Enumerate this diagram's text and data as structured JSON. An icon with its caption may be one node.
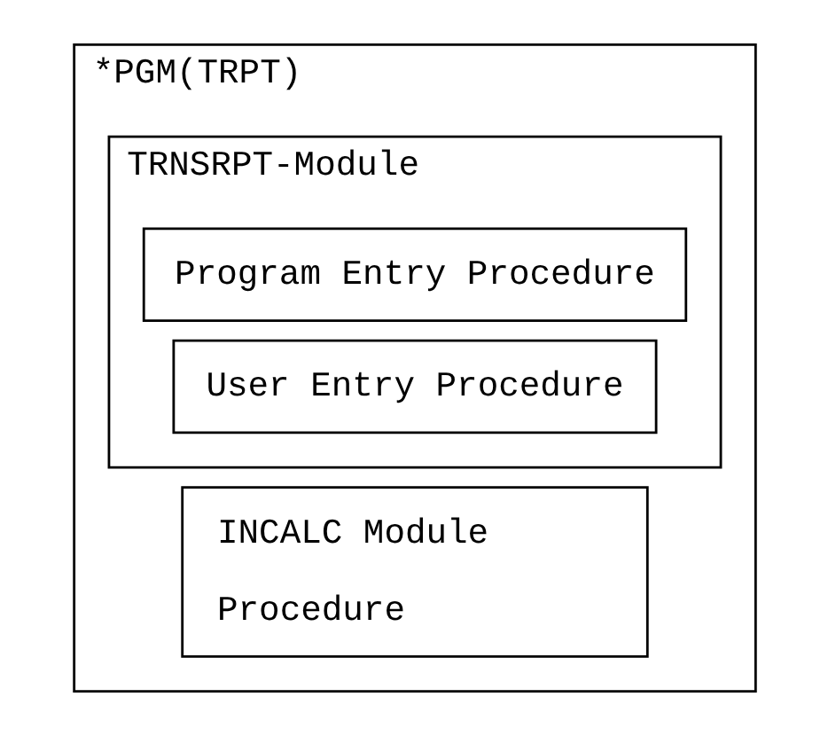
{
  "diagram": {
    "nodes": [
      {
        "text": [
          "*PGM(TRPT)"
        ]
      },
      {
        "text": [
          "TRNSRPT-Module"
        ],
        "in": 0
      },
      {
        "text": [
          "Program Entry Procedure"
        ],
        "in": 1
      },
      {
        "text": [
          "User Entry Procedure"
        ],
        "in": 1
      },
      {
        "text": [
          "INCALC Module",
          "Procedure"
        ],
        "in": 0
      }
    ]
  }
}
